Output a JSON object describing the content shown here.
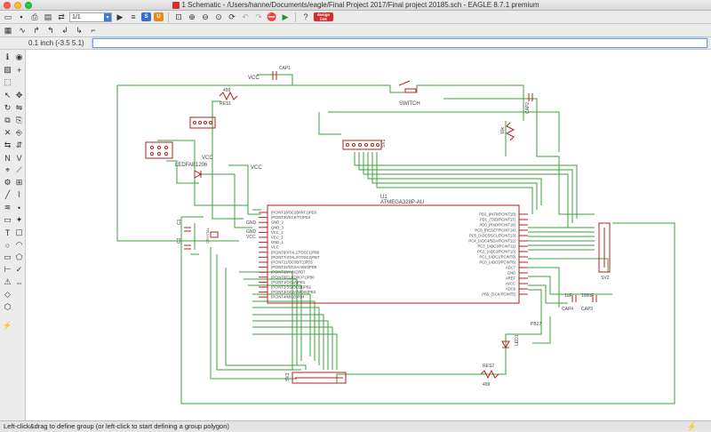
{
  "window": {
    "title": "1 Schematic - /Users/hanne/Documents/eagle/Final Project 2017/Final project 20185.sch - EAGLE 8.7.1 premium"
  },
  "toolbar": {
    "sheet_value": "1/1",
    "logo_text": "design link"
  },
  "command_bar": {
    "coordinate": "0.1 inch (-3.5 5.1)",
    "command_value": ""
  },
  "status": {
    "hint": "Left-click&drag to define group (or left-click to start defining a group polygon)"
  },
  "colors": {
    "net": "#3ea13e",
    "part": "#b22222",
    "text": "#444444",
    "accent": "#3b7ddd"
  },
  "icons": {
    "title": "schematic-icon",
    "status": "lightning-icon"
  },
  "schematic": {
    "chip_name": "U1",
    "chip_value": "ATMEGA328P-AU",
    "left_pins": [
      "(PCINT19/OC2B/INT1)PD3",
      "(PCINT20/XCK/T0)PD4",
      "GND_2",
      "GND_3",
      "VCC_2",
      "VCC_3",
      "GND_1",
      "VCC",
      "(PCINT6/XTAL1/TOSC1)PB6",
      "(PCINT7/XTAL2/TOSC2)PB7",
      "(PCINT21/OC0B/T1)PD5",
      "(PCINT22/OC0A/AIN0)PD6",
      "(PCINT23/AIN1)PD7",
      "(PCINT0/CLKO/ICP1)PB0",
      "(PCINT1/OC1A)PB1",
      "(PCINT2/SS/OC1B)PB2",
      "(PCINT3/OC2A/MOSI)PB3",
      "(PCINT4/MISO)PB4"
    ],
    "right_pins": [
      "PD2_(INT0/PCINT18)",
      "PD1_(TXD/PCINT17)",
      "PD0_(RXD/PCINT16)",
      "PC6_(RESET/PCINT14)",
      "PC5_(ADC5/SCL/PCINT13)",
      "PC4_(ADC4/SDA/PCINT12)",
      "PC3_(ADC3/PCINT11)",
      "PC2_(ADC2/PCINT10)",
      "PC1_(ADC1/PCINT9)",
      "PC0_(ADC0/PCINT8)",
      "ADC7",
      "GND",
      "AREF",
      "AVCC",
      "ADC6",
      "PB5_(SCK/PCINT5)"
    ],
    "labels": {
      "vcc1": "VCC",
      "vcc2": "VCC",
      "vcc3": "VCC",
      "vcc4": "VCC",
      "gnd1": "GND",
      "gnd2": "GND",
      "switch": "SWITCH",
      "res1": "RES1",
      "res1_val": "499",
      "res2": "RES2",
      "res2_val": "499",
      "led1": "LEDFAB1206",
      "led2": "LED1",
      "sv1": "SV1",
      "sv2": "SV2",
      "sv3": "SV3",
      "c1": "C1",
      "c2": "C2",
      "cap1": "CAP1",
      "cap2": "CAP2",
      "cap3": "CAP3",
      "cap4": "CAP4",
      "cap_val1": "1uF",
      "cap_val2": "100nF",
      "res_vert": "10k",
      "pb27": "PB27",
      "crystal": "CRYSTAL"
    }
  }
}
